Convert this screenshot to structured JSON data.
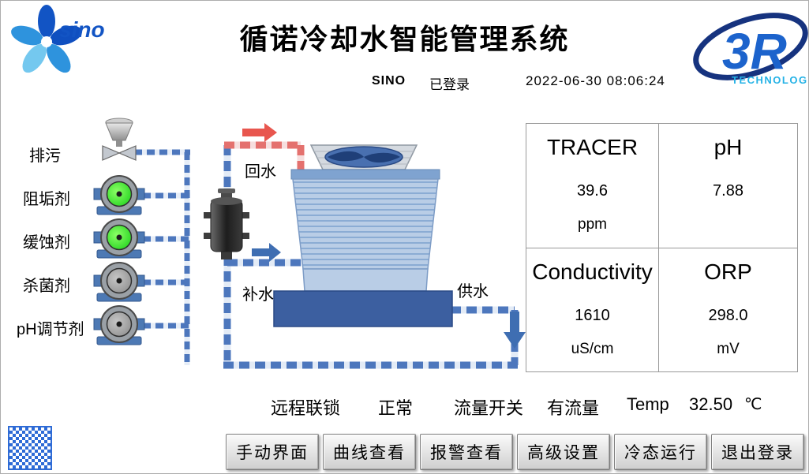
{
  "header": {
    "title": "循诺冷却水智能管理系统",
    "user": "SINO",
    "login_status": "已登录",
    "datetime": "2022-06-30 08:06:24"
  },
  "logos": {
    "sino_text": "sino",
    "r3_main": "3R",
    "r3_sub": "TECHNOLOGY"
  },
  "diagram": {
    "blowdown": "排污",
    "scale_inhibitor": "阻垢剂",
    "corrosion_inhibitor": "缓蚀剂",
    "biocide": "杀菌剂",
    "ph_regulator": "pH调节剂",
    "return_water": "回水",
    "makeup_water": "补水",
    "supply_water": "供水"
  },
  "readings": [
    {
      "name": "TRACER",
      "value": "39.6",
      "unit": "ppm"
    },
    {
      "name": "pH",
      "value": "7.88",
      "unit": ""
    },
    {
      "name": "Conductivity",
      "value": "1610",
      "unit": "uS/cm"
    },
    {
      "name": "ORP",
      "value": "298.0",
      "unit": "mV"
    }
  ],
  "status": [
    {
      "label": "远程联锁",
      "value": "正常"
    },
    {
      "label": "流量开关",
      "value": "有流量"
    },
    {
      "label": "Temp",
      "value": "32.50",
      "unit": "℃"
    }
  ],
  "buttons": [
    {
      "label": "手动界面"
    },
    {
      "label": "曲线查看"
    },
    {
      "label": "报警查看"
    },
    {
      "label": "高级设置"
    },
    {
      "label": "冷态运行"
    },
    {
      "label": "退出登录"
    }
  ],
  "colors": {
    "pipe_blue": "#4d77bd",
    "pipe_red": "#e4716e",
    "pump_on_green": "#2ad42a",
    "pump_off_gray": "#9a9a9a",
    "brand_blue": "#1c63cc",
    "brand_cyan": "#24b2e6",
    "basin_blue": "#3c5fa0"
  }
}
